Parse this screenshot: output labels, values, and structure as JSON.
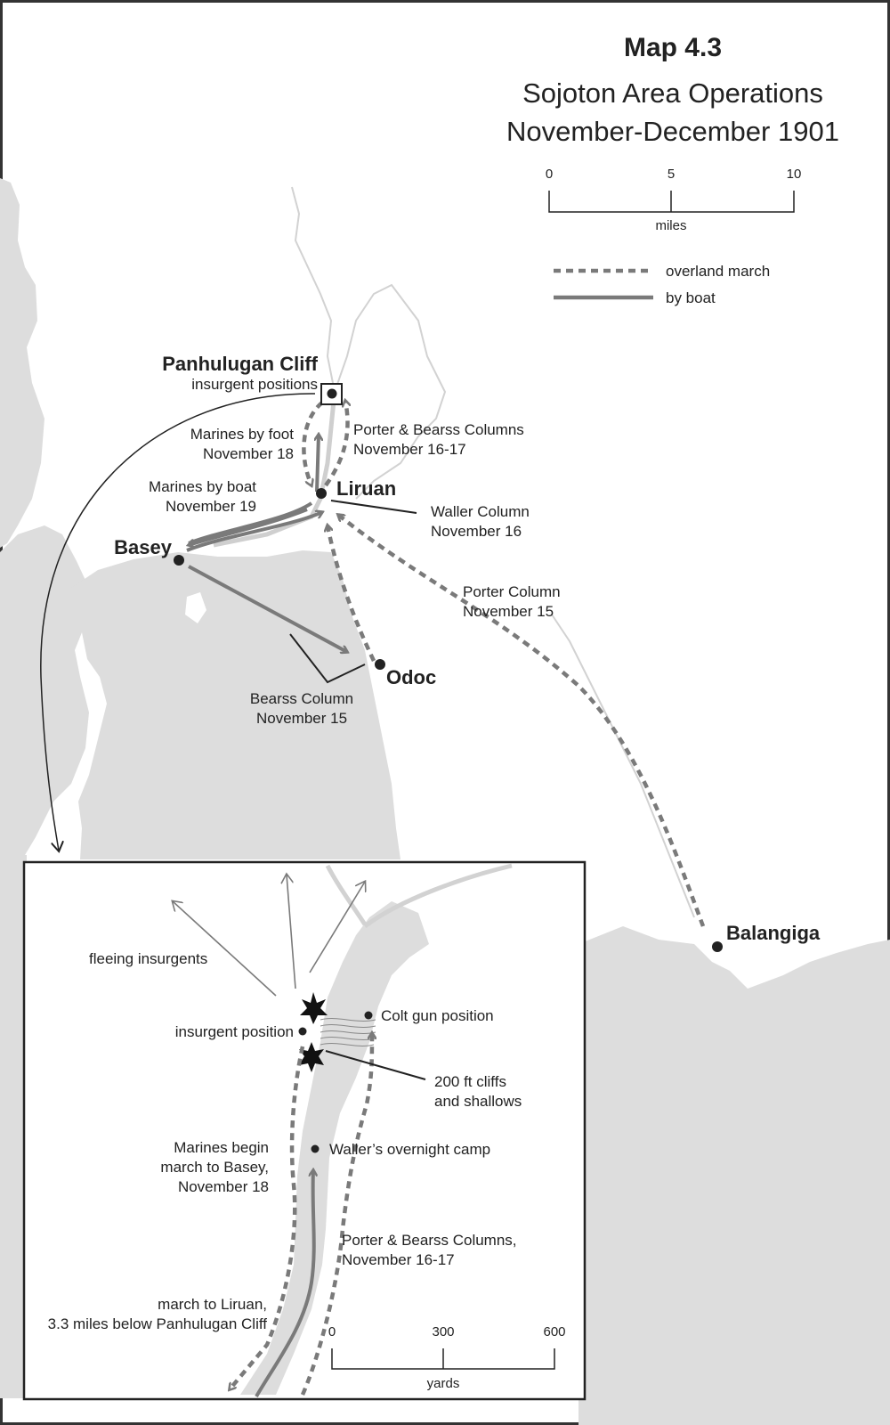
{
  "title": {
    "map_number": "Map 4.3",
    "line1": "Sojoton Area Operations",
    "line2": "November-December 1901"
  },
  "main_scale": {
    "ticks": [
      "0",
      "5",
      "10"
    ],
    "unit": "miles"
  },
  "legend": {
    "overland": "overland march",
    "boat": "by boat"
  },
  "places": {
    "panhulugan": "Panhulugan Cliff",
    "liruan": "Liruan",
    "basey": "Basey",
    "odoc": "Odoc",
    "balangiga": "Balangiga"
  },
  "labels": {
    "insurgent_positions": "insurgent positions",
    "marines_foot_1": "Marines by foot",
    "marines_foot_2": "November 18",
    "porter_bearss_1": "Porter & Bearss Columns",
    "porter_bearss_2": "November 16-17",
    "marines_boat_1": "Marines by boat",
    "marines_boat_2": "November 19",
    "waller_1": "Waller Column",
    "waller_2": "November 16",
    "porter_1": "Porter Column",
    "porter_2": "November 15",
    "bearss_1": "Bearss Column",
    "bearss_2": "November 15"
  },
  "inset": {
    "fleeing": "fleeing insurgents",
    "insurgent_position": "insurgent position",
    "colt": "Colt gun position",
    "cliffs_1": "200 ft cliffs",
    "cliffs_2": "and shallows",
    "marines_begin_1": "Marines begin",
    "marines_begin_2": "march to Basey,",
    "marines_begin_3": "November 18",
    "waller_camp": "Waller’s overnight camp",
    "pb_1": "Porter & Bearss Columns,",
    "pb_2": "November 16-17",
    "march_1": "march to Liruan,",
    "march_2": "3.3 miles below Panhulugan Cliff",
    "scale_ticks": [
      "0",
      "300",
      "600"
    ],
    "scale_unit": "yards"
  },
  "colors": {
    "land_water": "#dddddd",
    "route": "#7a7a7a",
    "ink": "#222222",
    "river": "#d2d2d2"
  }
}
